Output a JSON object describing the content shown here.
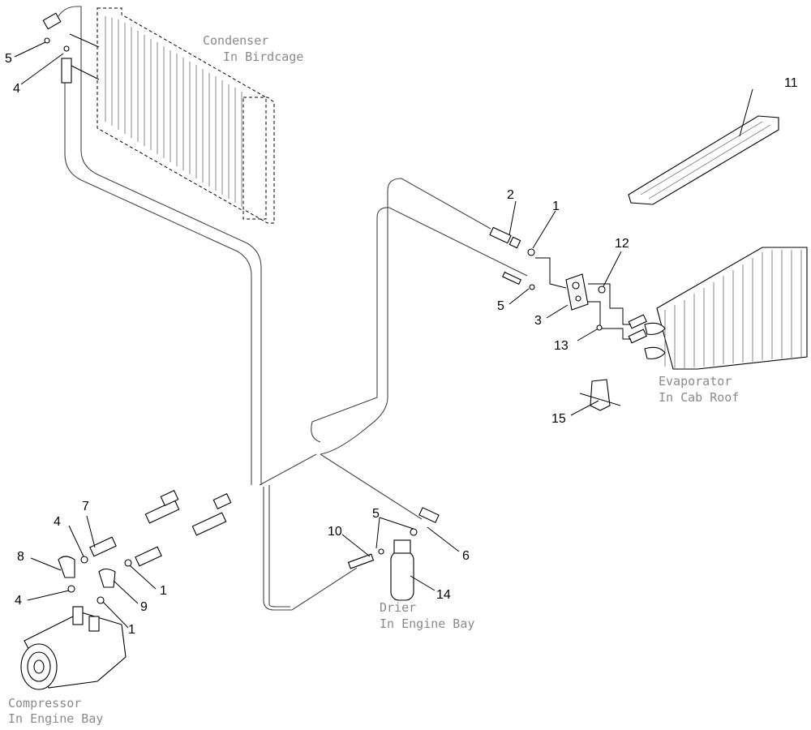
{
  "captions": {
    "condenser": [
      "Condenser",
      "In Birdcage"
    ],
    "evaporator": [
      "Evaporator",
      "In Cab Roof"
    ],
    "drier": [
      "Drier",
      "In Engine Bay"
    ],
    "compressor": [
      "Compressor",
      "In Engine Bay"
    ]
  },
  "callouts": {
    "c1a": "1",
    "c1b": "1",
    "c1c": "1",
    "c2": "2",
    "c3": "3",
    "c4a": "4",
    "c4b": "4",
    "c4c": "4",
    "c5a": "5",
    "c5b": "5",
    "c5c": "5",
    "c6": "6",
    "c7": "7",
    "c8": "8",
    "c9": "9",
    "c10": "10",
    "c11": "11",
    "c12": "12",
    "c13": "13",
    "c14": "14",
    "c15": "15"
  }
}
